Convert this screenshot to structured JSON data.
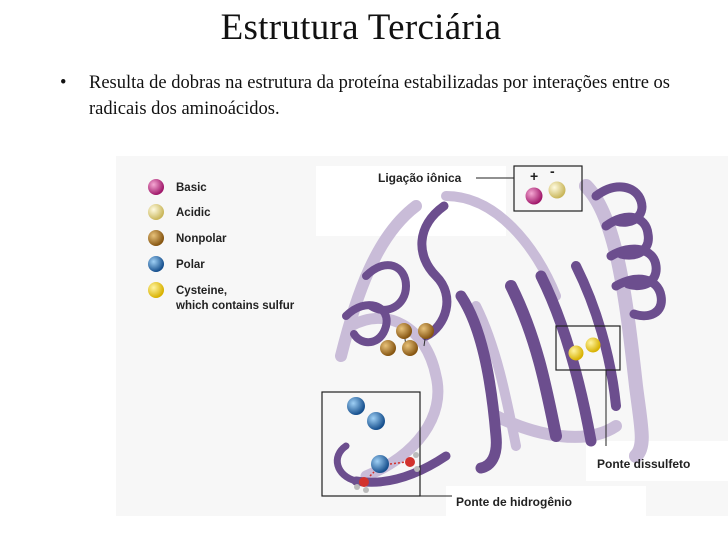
{
  "slide": {
    "title": "Estrutura Terciária",
    "bullet_marker": "•",
    "bullet_text": "Resulta de dobras na estrutura da proteína estabilizadas por interações entre os radicais dos aminoácidos."
  },
  "legend": [
    {
      "label": "Basic",
      "color": "#c0287e"
    },
    {
      "label": "Acidic",
      "color": "#e8d97a"
    },
    {
      "label": "Nonpolar",
      "color": "#a8731f"
    },
    {
      "label": "Polar",
      "color": "#2a72b5"
    },
    {
      "label": "Cysteine,",
      "label2": "which contains sulfur",
      "color": "#f2d31b"
    }
  ],
  "annotations": {
    "ionic": "Ligação iônica",
    "plus": "+",
    "minus": "-",
    "disulfide": "Ponte dissulfeto",
    "hydrogen": "Ponte de hidrogênio"
  },
  "colors": {
    "ribbon_dark": "#6c4e8e",
    "ribbon_light": "#c9bcd8",
    "hbond": "#d2322d"
  }
}
